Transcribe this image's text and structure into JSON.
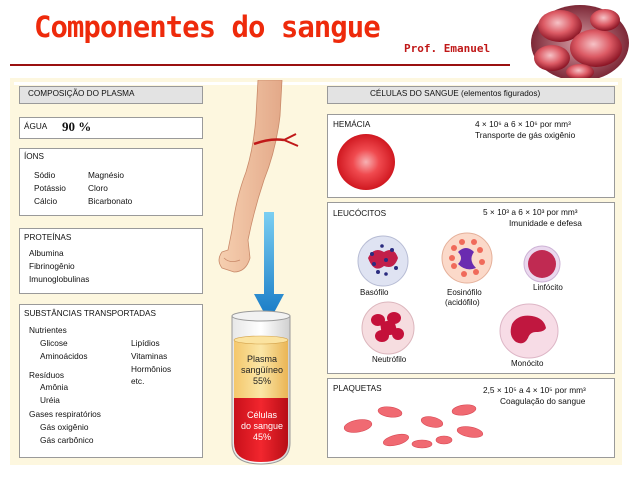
{
  "slide": {
    "title": "Componentes do sangue",
    "author": "Prof. Emanuel"
  },
  "plasma": {
    "header": "COMPOSIÇÃO DO PLASMA",
    "water": {
      "label": "ÁGUA",
      "value": "90 %"
    },
    "ions": {
      "title": "ÍONS",
      "col1": [
        "Sódio",
        "Potássio",
        "Cálcio"
      ],
      "col2": [
        "Magnésio",
        "Cloro",
        "Bicarbonato"
      ]
    },
    "proteins": {
      "title": "PROTEÍNAS",
      "items": [
        "Albumina",
        "Fibrinogênio",
        "Imunoglobulinas"
      ]
    },
    "transported": {
      "title": "SUBSTÂNCIAS TRANSPORTADAS",
      "nutrients": "Nutrientes",
      "nutrient_items": [
        "Glicose",
        "Aminoácidos"
      ],
      "nutrient_items2": [
        "Lipídios",
        "Vitaminas",
        "Hormônios",
        "etc."
      ],
      "residues": "Resíduos",
      "residue_items": [
        "Amônia",
        "Uréia"
      ],
      "gases": "Gases respiratórios",
      "gas_items": [
        "Gás oxigênio",
        "Gás carbônico"
      ]
    }
  },
  "tube": {
    "plasma_label": "Plasma",
    "plasma_label2": "sangüíneo",
    "plasma_pct": "55%",
    "cells_label": "Células",
    "cells_label2": "do sangue",
    "cells_pct": "45%"
  },
  "cells": {
    "header": "CÉLULAS DO SANGUE (elementos figurados)",
    "hemacia": {
      "title": "HEMÁCIA",
      "count": "4 × 10⁶ a 6 × 10⁶ por mm³",
      "role": "Transporte de gás oxigênio"
    },
    "leucocitos": {
      "title": "LEUCÓCITOS",
      "count": "5 × 10³ a 6 × 10³ por mm³",
      "role": "Imunidade e defesa",
      "types": [
        "Basófilo",
        "Eosinófilo",
        "(acidófilo)",
        "Linfócito",
        "Neutrófilo",
        "Monócito"
      ]
    },
    "plaquetas": {
      "title": "PLAQUETAS",
      "count": "2,5 × 10⁵ a 4 × 10⁵ por mm³",
      "role": "Coagulação do sangue"
    }
  },
  "colors": {
    "title": "#ee2a0b",
    "rule": "#9a1010",
    "frame": "#fdf7df",
    "blood": "#e6121b"
  }
}
